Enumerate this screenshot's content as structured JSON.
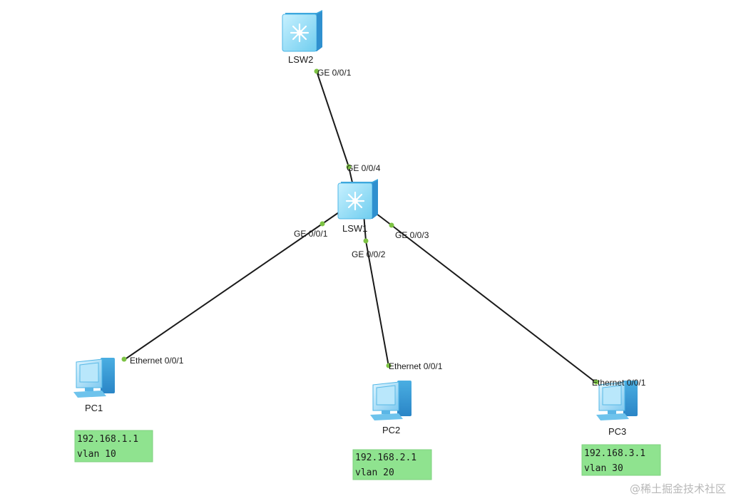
{
  "devices": {
    "lsw2": {
      "name": "LSW2",
      "kind": "switch"
    },
    "lsw1": {
      "name": "LSW1",
      "kind": "switch"
    },
    "pc1": {
      "name": "PC1",
      "kind": "pc"
    },
    "pc2": {
      "name": "PC2",
      "kind": "pc"
    },
    "pc3": {
      "name": "PC3",
      "kind": "pc"
    }
  },
  "links": [
    {
      "from": "lsw2",
      "from_port": "GE 0/0/1",
      "to": "lsw1",
      "to_port": "GE 0/0/4"
    },
    {
      "from": "lsw1",
      "from_port": "GE 0/0/1",
      "to": "pc1",
      "to_port": "Ethernet 0/0/1"
    },
    {
      "from": "lsw1",
      "from_port": "GE 0/0/2",
      "to": "pc2",
      "to_port": "Ethernet 0/0/1"
    },
    {
      "from": "lsw1",
      "from_port": "GE 0/0/3",
      "to": "pc3",
      "to_port": "Ethernet 0/0/1"
    }
  ],
  "notes": {
    "pc1": {
      "ip": "192.168.1.1",
      "vlan": "vlan 10"
    },
    "pc2": {
      "ip": "192.168.2.1",
      "vlan": "vlan 20"
    },
    "pc3": {
      "ip": "192.168.3.1",
      "vlan": "vlan 30"
    }
  },
  "watermark": "@稀土掘金技术社区",
  "colors": {
    "link": "#1a1a1a",
    "port_dot": "#7cc243",
    "note_bg": "#8fe38f",
    "switch_face": "#8fdcf5",
    "pc_body": "#9ad8f2"
  },
  "icons": {
    "switch": "layer3-switch-icon",
    "pc": "desktop-pc-icon"
  }
}
